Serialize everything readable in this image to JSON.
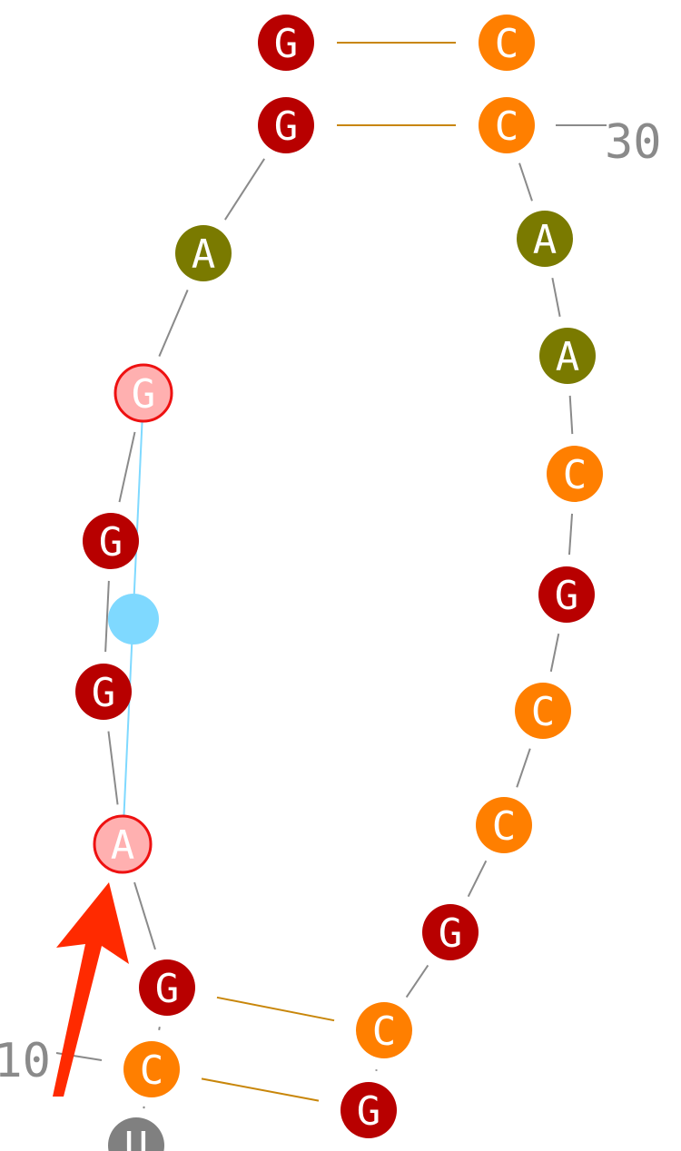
{
  "colors": {
    "G": "#b80000",
    "C": "#ff7f00",
    "A": "#7a7a00",
    "U": "#808080",
    "backbone": "#8a8a8a",
    "basepair": "#c8860a",
    "highlight_fill": "#ffb0b0",
    "highlight_stroke": "#ee1111",
    "crosslink": "#7fd9ff",
    "arrow": "#ff2a00"
  },
  "nucleotides": [
    {
      "id": "n1",
      "base": "U",
      "highlighted": false
    },
    {
      "id": "n2",
      "base": "C",
      "highlighted": false
    },
    {
      "id": "n3",
      "base": "G",
      "highlighted": false
    },
    {
      "id": "n4",
      "base": "A",
      "highlighted": true
    },
    {
      "id": "n5",
      "base": "G",
      "highlighted": false
    },
    {
      "id": "n6",
      "base": "G",
      "highlighted": false
    },
    {
      "id": "n7",
      "base": "G",
      "highlighted": true
    },
    {
      "id": "n8",
      "base": "A",
      "highlighted": false
    },
    {
      "id": "n9",
      "base": "G",
      "highlighted": false
    },
    {
      "id": "n10",
      "base": "G",
      "highlighted": false
    },
    {
      "id": "n11",
      "base": "C",
      "highlighted": false
    },
    {
      "id": "n12",
      "base": "C",
      "highlighted": false
    },
    {
      "id": "n13",
      "base": "A",
      "highlighted": false
    },
    {
      "id": "n14",
      "base": "A",
      "highlighted": false
    },
    {
      "id": "n15",
      "base": "C",
      "highlighted": false
    },
    {
      "id": "n16",
      "base": "G",
      "highlighted": false
    },
    {
      "id": "n17",
      "base": "C",
      "highlighted": false
    },
    {
      "id": "n18",
      "base": "C",
      "highlighted": false
    },
    {
      "id": "n19",
      "base": "G",
      "highlighted": false
    },
    {
      "id": "n20",
      "base": "C",
      "highlighted": false
    },
    {
      "id": "n21",
      "base": "G",
      "highlighted": false
    }
  ],
  "base_pairs": [
    [
      "n9",
      "n11"
    ],
    [
      "n10",
      "n12"
    ],
    [
      "n3",
      "n20"
    ],
    [
      "n2",
      "n21"
    ]
  ],
  "position_labels": [
    {
      "text": "10",
      "target": "n2"
    },
    {
      "text": "30",
      "target": "n12"
    }
  ]
}
